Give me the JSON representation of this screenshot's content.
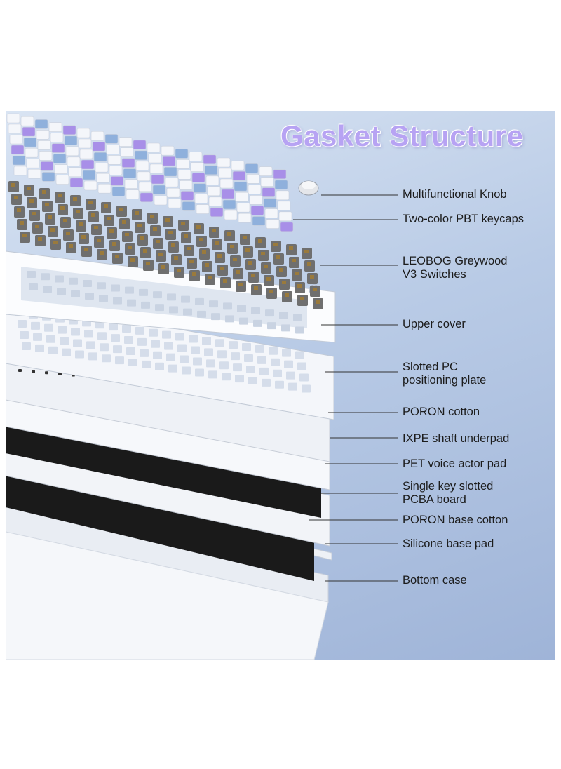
{
  "title": "Gasket Structure",
  "layers": [
    {
      "id": "knob",
      "lines": [
        "Multifunctional Knob"
      ]
    },
    {
      "id": "keycaps",
      "lines": [
        "Two-color PBT keycaps"
      ]
    },
    {
      "id": "switches",
      "lines": [
        "LEOBOG Greywood",
        "V3 Switches"
      ]
    },
    {
      "id": "upper_cover",
      "lines": [
        "Upper cover"
      ]
    },
    {
      "id": "plate",
      "lines": [
        "Slotted PC",
        "positioning plate"
      ]
    },
    {
      "id": "poron",
      "lines": [
        "PORON cotton"
      ]
    },
    {
      "id": "ixpe",
      "lines": [
        "IXPE shaft underpad"
      ]
    },
    {
      "id": "pet",
      "lines": [
        "PET voice actor pad"
      ]
    },
    {
      "id": "pcba",
      "lines": [
        "Single key slotted",
        "PCBA board"
      ]
    },
    {
      "id": "poron_base",
      "lines": [
        "PORON base cotton"
      ]
    },
    {
      "id": "silicone",
      "lines": [
        "Silicone base pad"
      ]
    },
    {
      "id": "bottom_case",
      "lines": [
        "Bottom case"
      ]
    }
  ],
  "colors": {
    "title": "#b7a3f3",
    "keycap_white": "#f4f6fa",
    "keycap_blue": "#8fb0dc",
    "keycap_purple": "#a88fe8",
    "switch_grey": "#6f6f6f",
    "black_pad": "#1a1a1a",
    "white_layer": "#f2f4f8"
  }
}
